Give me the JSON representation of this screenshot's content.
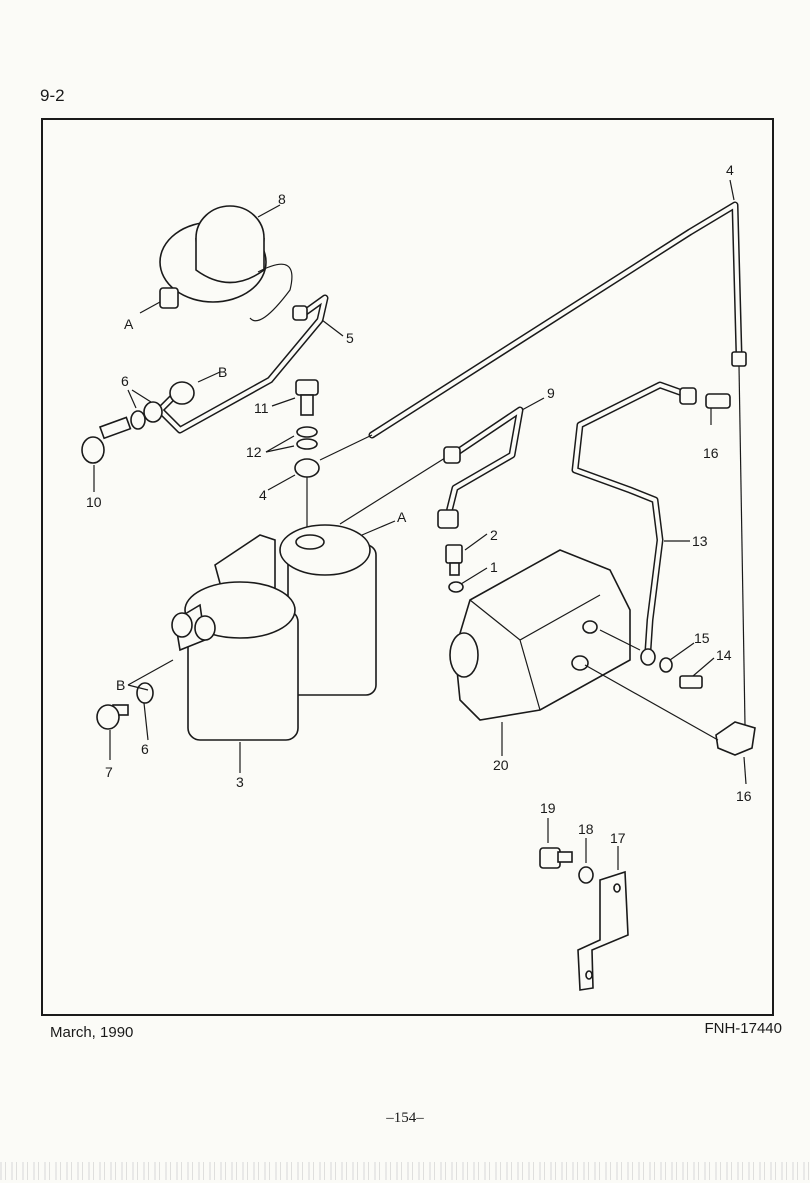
{
  "header": {
    "section": "9-2"
  },
  "footer": {
    "date": "March, 1990",
    "doc_number": "FNH-17440",
    "page": "–154–"
  },
  "callouts": {
    "c1": "1",
    "c2": "2",
    "c3": "3",
    "c4a": "4",
    "c4b": "4",
    "c5": "5",
    "c6a": "6",
    "c6b": "6",
    "c7": "7",
    "c8": "8",
    "c9": "9",
    "c10": "10",
    "c11": "11",
    "c12": "12",
    "c13": "13",
    "c14": "14",
    "c15": "15",
    "c16a": "16",
    "c16b": "16",
    "c17": "17",
    "c18": "18",
    "c19": "19",
    "c20": "20",
    "refA1": "A",
    "refA2": "A",
    "refB1": "B",
    "refB2": "B"
  }
}
